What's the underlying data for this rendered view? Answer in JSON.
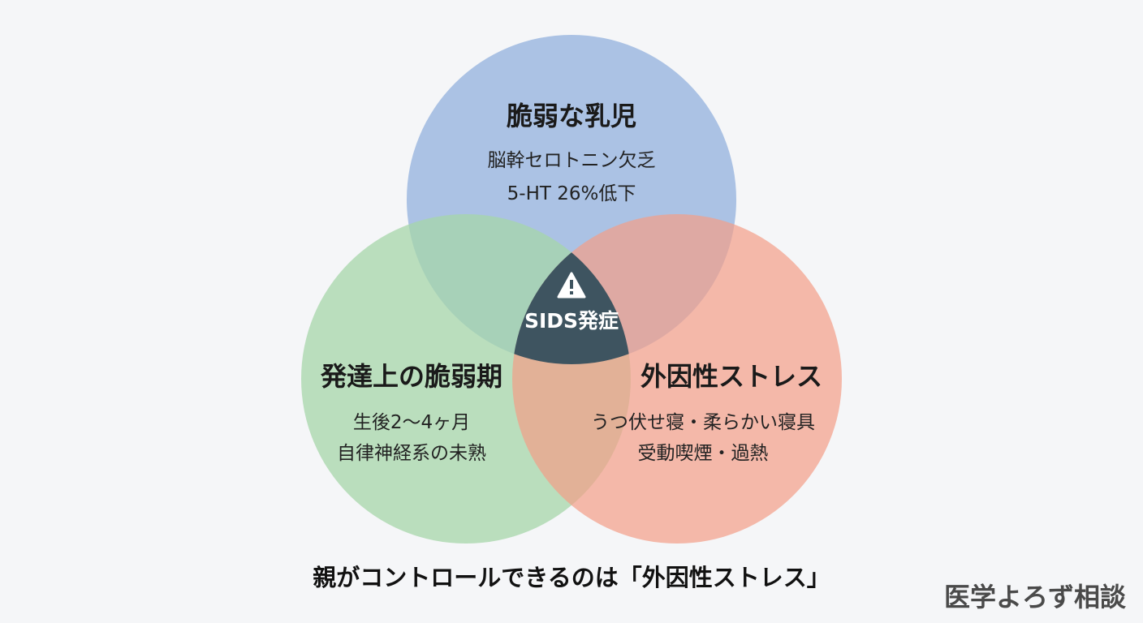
{
  "colors": {
    "background": "#f5f6f8",
    "circle_top": "#9db8e0",
    "circle_left": "#a6d6aa",
    "circle_right": "#f49e87",
    "center": "#3e5460"
  },
  "circles": {
    "top": {
      "title": "脆弱な乳児",
      "lines": [
        "脳幹セロトニン欠乏",
        "5-HT 26%低下"
      ]
    },
    "left": {
      "title": "発達上の脆弱期",
      "lines": [
        "生後2〜4ヶ月",
        "自律神経系の未熟"
      ]
    },
    "right": {
      "title": "外因性ストレス",
      "lines": [
        "うつ伏せ寝・柔らかい寝具",
        "受動喫煙・過熱"
      ]
    }
  },
  "center": {
    "icon": "warning-icon",
    "label": "SIDS発症"
  },
  "caption": "親がコントロールできるのは「外因性ストレス」",
  "watermark": "医学よろず相談"
}
